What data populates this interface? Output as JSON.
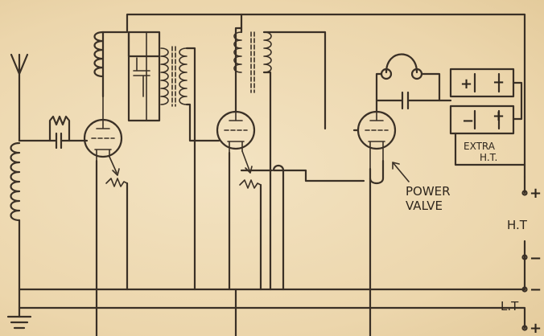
{
  "labels": {
    "power_valve_line1": "POWER",
    "power_valve_line2": "VALVE",
    "extra_ht_line1": "EXTRA",
    "extra_ht_line2": "H.T.",
    "ht": "H.T",
    "lt": "L.T"
  },
  "battery_signs": {
    "top_plus": "+",
    "top_minus": "−",
    "lower_minus": "−",
    "lower_plus": "+"
  },
  "terminals": {
    "ht_plus": "+",
    "ht_minus": "−",
    "lt_minus": "−",
    "lt_plus": "+"
  },
  "colors": {
    "ink": "#3a3026",
    "paper": "#efdcb6"
  }
}
